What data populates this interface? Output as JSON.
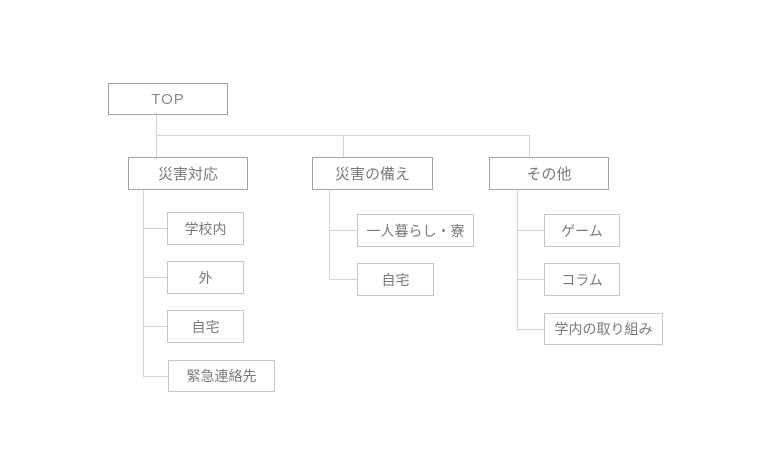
{
  "sitemap": {
    "root": {
      "label": "TOP"
    },
    "branches": [
      {
        "label": "災害対応",
        "children": [
          {
            "label": "学校内"
          },
          {
            "label": "外"
          },
          {
            "label": "自宅"
          },
          {
            "label": "緊急連絡先"
          }
        ]
      },
      {
        "label": "災害の備え",
        "children": [
          {
            "label": "一人暮らし・寮"
          },
          {
            "label": "自宅"
          }
        ]
      },
      {
        "label": "その他",
        "children": [
          {
            "label": "ゲーム"
          },
          {
            "label": "コラム"
          },
          {
            "label": "学内の取り組み"
          }
        ]
      }
    ]
  },
  "colors": {
    "background": "#ffffff",
    "parent_node_border": "#a2a2a2",
    "child_node_border": "#c6c6c6",
    "connector_line": "#d4d4d4",
    "text": "#7a7a7a"
  }
}
